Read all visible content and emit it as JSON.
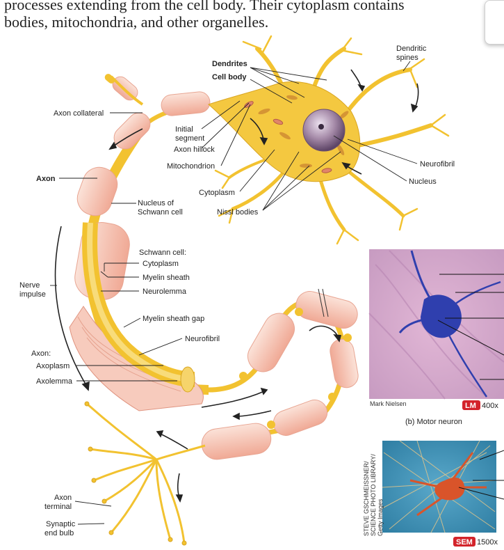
{
  "intro": {
    "line1": "processes extending from the cell body. Their cytoplasm contains",
    "line2": "bodies, mitochondria, and other organelles."
  },
  "labels": {
    "dendrites": "Dendrites",
    "cell_body": "Cell body",
    "dendritic_spines_1": "Dendritic",
    "dendritic_spines_2": "spines",
    "axon_collateral": "Axon collateral",
    "initial_segment_1": "Initial",
    "initial_segment_2": "segment",
    "axon_hillock": "Axon hillock",
    "mitochondrion": "Mitochondrion",
    "neurofibril_top": "Neurofibril",
    "nucleus": "Nucleus",
    "axon": "Axon",
    "cytoplasm": "Cytoplasm",
    "nucleus_schwann_1": "Nucleus of",
    "nucleus_schwann_2": "Schwann cell",
    "nissl_bodies": "Nissl bodies",
    "schwann_cell": "Schwann cell:",
    "schwann_cytoplasm": "Cytoplasm",
    "myelin_sheath": "Myelin sheath",
    "neurolemma": "Neurolemma",
    "nerve_impulse_1": "Nerve",
    "nerve_impulse_2": "impulse",
    "myelin_sheath_gap": "Myelin sheath gap",
    "neurofibril_mid": "Neurofibril",
    "axon_colon": "Axon:",
    "axoplasm": "Axoplasm",
    "axolemma": "Axolemma",
    "axon_terminal_1": "Axon",
    "axon_terminal_2": "terminal",
    "synaptic_end_bulb_1": "Synaptic",
    "synaptic_end_bulb_2": "end bulb"
  },
  "micrograph_b": {
    "credit": "Mark Nielsen",
    "badge": "LM",
    "magnification": "400x",
    "caption": "(b) Motor neuron"
  },
  "micrograph_c": {
    "credit_1": "STEVE GSCHMEISSNER/",
    "credit_2": "SCIENCE PHOTO LIBRARY/",
    "credit_3": "Getty Images",
    "badge": "SEM",
    "magnification": "1500x"
  },
  "colors": {
    "axon_yellow": "#f2c230",
    "schwann_pink": "#f6c3b4",
    "lm_background": "#d5a8cc",
    "lm_stain": "#2f3fae",
    "sem_background": "#3d8fb4",
    "sem_cell": "#d9542a",
    "badge_red": "#d3242b"
  }
}
